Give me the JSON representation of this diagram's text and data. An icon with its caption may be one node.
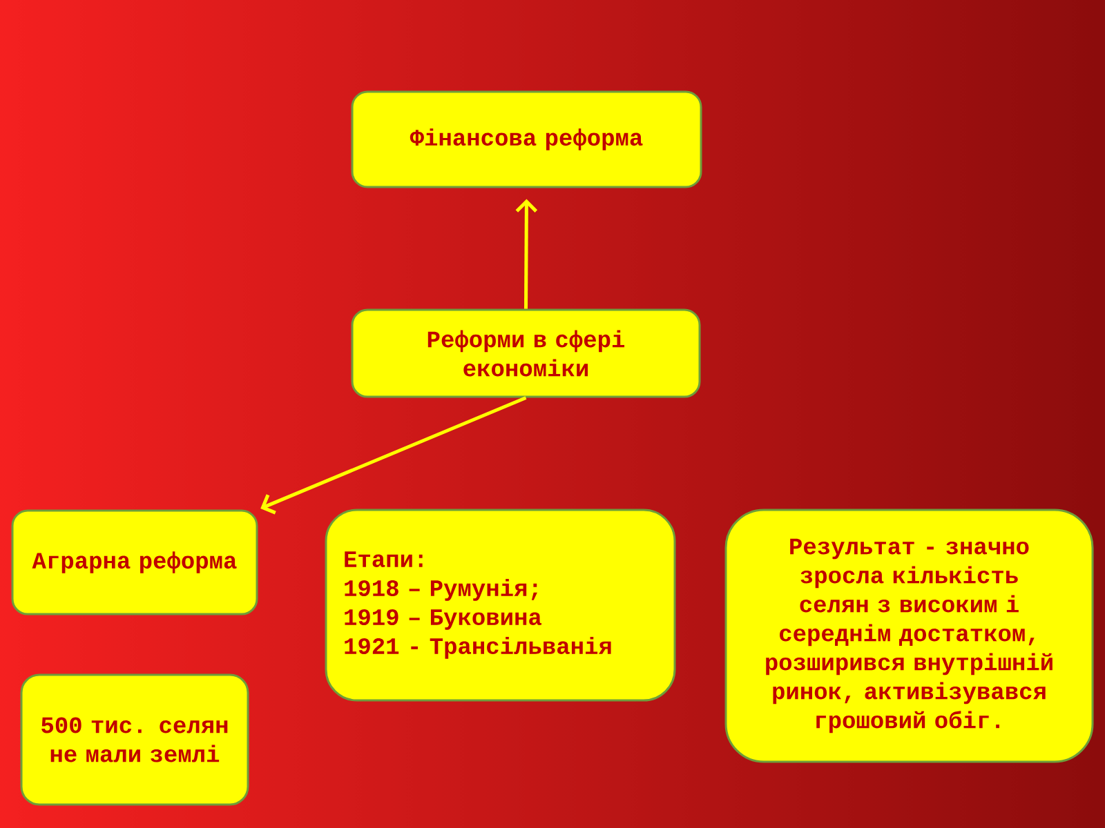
{
  "diagram": {
    "nodes": [
      {
        "text": [
          "Фінансова реформа"
        ]
      },
      {
        "text": [
          "Реформи в сфері економіки"
        ]
      },
      {
        "text": [
          "Аграрна реформа"
        ]
      },
      {
        "text": [
          "500 тис. селян не мали землі"
        ]
      },
      {
        "text": [
          "Етапи:",
          "1918 – Румунія;",
          "1919 – Буковина",
          "1921 - Трансільванія"
        ]
      },
      {
        "text": [
          "Результат - значно зросла кількість селян з високим і середнім достатком, розширився внутрішній ринок, активізувався грошовий обіг."
        ]
      }
    ],
    "edges": [
      {
        "from": 1,
        "to": 0,
        "arrow": "to"
      },
      {
        "from": 1,
        "to": 2,
        "arrow": "to"
      }
    ]
  }
}
